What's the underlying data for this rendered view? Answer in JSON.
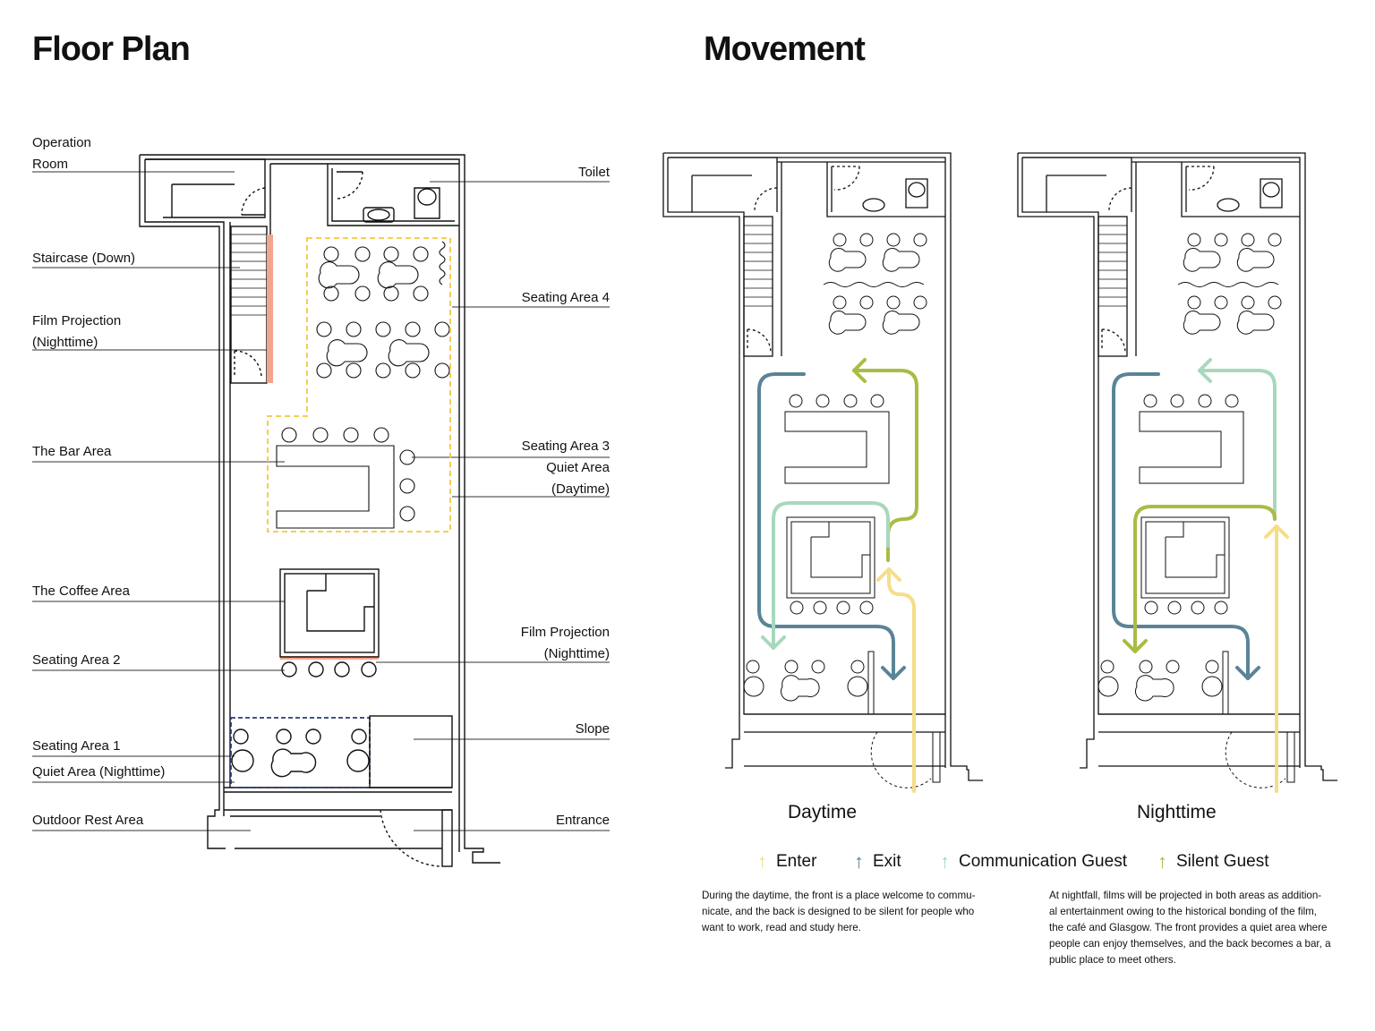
{
  "titles": {
    "floor_plan": "Floor Plan",
    "movement": "Movement"
  },
  "labels_left": {
    "operation_room_1": "Operation",
    "operation_room_2": "Room",
    "staircase": "Staircase (Down)",
    "film_projection_1": "Film Projection",
    "film_projection_2": "(Nighttime)",
    "bar_area": "The Bar Area",
    "coffee_area": "The Coffee Area",
    "seating_area_2": "Seating Area 2",
    "seating_area_1": "Seating Area 1",
    "quiet_area_night": "Quiet Area (Nighttime)",
    "outdoor_rest": "Outdoor Rest Area"
  },
  "labels_right": {
    "toilet": "Toilet",
    "seating_area_4": "Seating Area 4",
    "seating_area_3": "Seating Area 3",
    "quiet_area": "Quiet Area",
    "daytime": "(Daytime)",
    "film_projection_1": "Film Projection",
    "film_projection_2": "(Nighttime)",
    "slope": "Slope",
    "entrance": "Entrance"
  },
  "captions": {
    "daytime": "Daytime",
    "nighttime": "Nighttime"
  },
  "legend": [
    {
      "label": "Enter",
      "color": "#f5dd8a"
    },
    {
      "label": "Exit",
      "color": "#5a8497"
    },
    {
      "label": "Communication Guest",
      "color": "#a7d8bd"
    },
    {
      "label": "Silent Guest",
      "color": "#a9bc44"
    }
  ],
  "paragraphs": {
    "day_lines": [
      "During the daytime, the front is a place welcome to commu-",
      "nicate, and the back is designed to be silent for people who",
      "want to work, read and study here."
    ],
    "night_lines": [
      "At nightfall, films will be projected in both areas as addition-",
      "al entertainment owing to the historical bonding of the film,",
      "the café and Glasgow. The front provides a quiet area where",
      "people can enjoy themselves, and the back becomes a bar, a",
      "public place to meet others."
    ]
  },
  "colors": {
    "quiet_zone_yellow": "#f5c83a",
    "quiet_zone_blue": "#2c3a78",
    "projection": "#f1a58d",
    "wall": "#111111"
  },
  "arrow_glyph": "↑"
}
